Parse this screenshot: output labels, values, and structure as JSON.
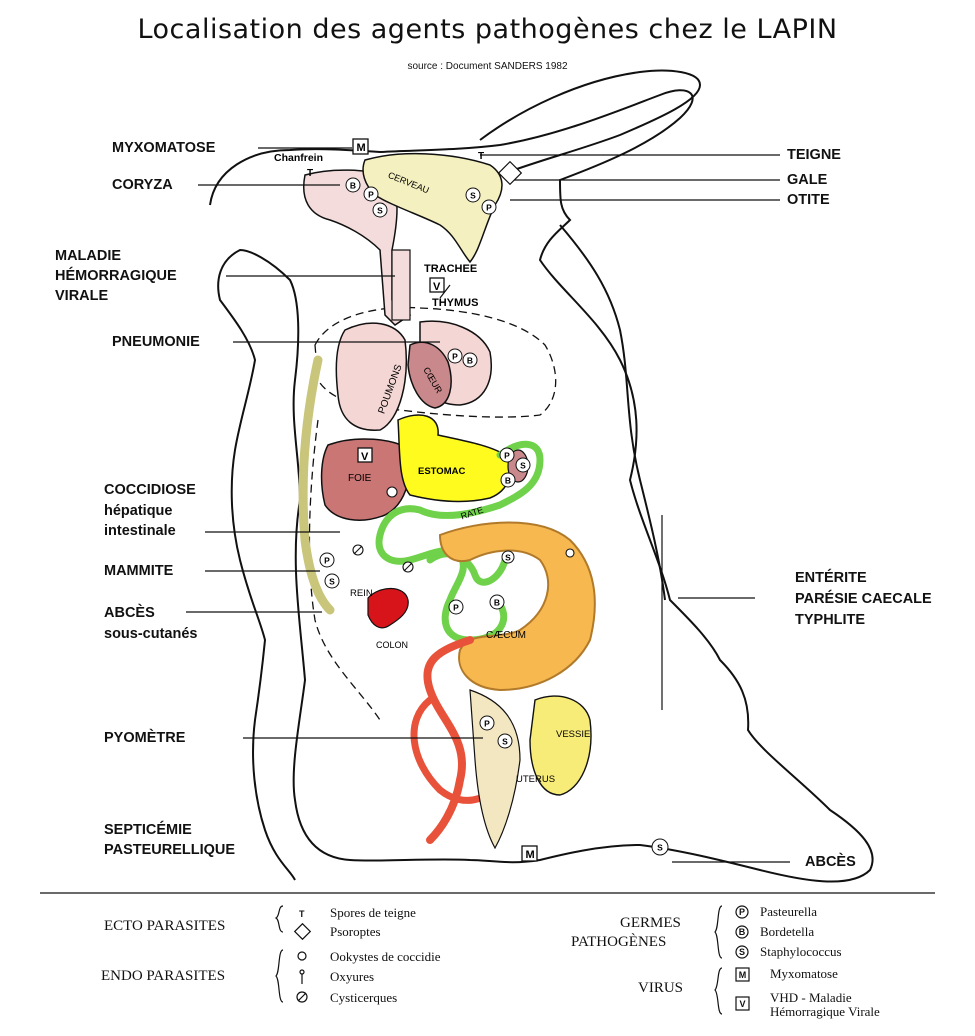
{
  "title": "Localisation des agents pathogènes chez le LAPIN",
  "source": "source : Document SANDERS 1982",
  "labels_left": {
    "myxomatose": "MYXOMATOSE",
    "coryza": "CORYZA",
    "maladie_line1": "MALADIE",
    "maladie_line2": "HÉMORRAGIQUE",
    "maladie_line3": "VIRALE",
    "pneumonie": "PNEUMONIE",
    "coccidiose_line1": "COCCIDIOSE",
    "coccidiose_line2": "hépatique",
    "coccidiose_line3": "intestinale",
    "mammite": "MAMMITE",
    "abces_line1": "ABCÈS",
    "abces_line2": "sous-cutanés",
    "pyometre": "PYOMÈTRE",
    "septicemie_line1": "SEPTICÉMIE",
    "septicemie_line2": "PASTEURELLIQUE"
  },
  "labels_right": {
    "teigne": "TEIGNE",
    "gale": "GALE",
    "otite": "OTITE",
    "enterite_line1": "ENTÉRITE",
    "enterite_line2": "PARÉSIE CAECALE",
    "enterite_line3": "TYPHLITE",
    "abces": "ABCÈS"
  },
  "organs": {
    "chanfrein": "Chanfrein",
    "cerveau": "CERVEAU",
    "trachee": "TRACHEE",
    "thymus": "THYMUS",
    "poumons": "POUMONS",
    "coeur": "CŒUR",
    "foie": "FOIE",
    "estomac": "ESTOMAC",
    "rate": "RATE",
    "rein": "REIN",
    "colon": "COLON",
    "caecum": "CÆCUM",
    "vessie": "VESSIE",
    "uterus": "UTERUS"
  },
  "marker_letters": {
    "m": "M",
    "v": "V",
    "p": "P",
    "b": "B",
    "s": "S",
    "t": "T"
  },
  "legend": {
    "ecto_title": "ECTO PARASITES",
    "ecto_items": [
      "Spores de teigne",
      "Psoroptes"
    ],
    "endo_title": "ENDO PARASITES",
    "endo_items": [
      "Ookystes de coccidie",
      "Oxyures",
      "Cysticerques"
    ],
    "germes_title_line1": "GERMES",
    "germes_title_line2": "PATHOGÈNES",
    "germes_items": [
      "Pasteurella",
      "Bordetella",
      "Staphylococcus"
    ],
    "virus_title": "VIRUS",
    "virus_items": [
      "Myxomatose",
      "VHD - Maladie",
      "Hémorragique Virale"
    ]
  },
  "colors": {
    "lung_pink": "#f4d6d4",
    "heart": "#c9888b",
    "liver": "#c97675",
    "stomach": "#fffb1f",
    "intestine_green": "#6fd24a",
    "caecum_orange": "#f6b84f",
    "kidney_red": "#d8141b",
    "colon_red": "#e8523a",
    "bladder_yellow": "#f8ec79",
    "brain_cream": "#f4f0bf",
    "head_pink": "#f4dcdc"
  }
}
